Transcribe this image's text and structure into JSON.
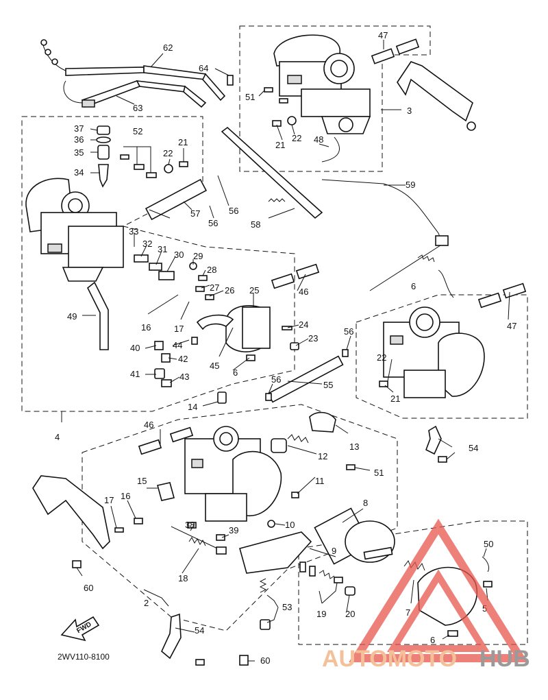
{
  "diagram": {
    "code": "2WV110-8100",
    "fwd_label": "FWD",
    "watermark": {
      "part1": "AUTOMOTO",
      "part2": "HUB",
      "color_light": "#f3c09a",
      "color_logo": "#e8564c",
      "color_dark": "#9a9a9a"
    },
    "labels": [
      "62",
      "63",
      "64",
      "47",
      "51",
      "3",
      "21",
      "22",
      "48",
      "37",
      "36",
      "35",
      "34",
      "52",
      "22",
      "21",
      "59",
      "57",
      "56",
      "56",
      "58",
      "33",
      "32",
      "31",
      "30",
      "29",
      "28",
      "27",
      "26",
      "25",
      "46",
      "47",
      "49",
      "16",
      "17",
      "6",
      "24",
      "23",
      "56",
      "40",
      "44",
      "42",
      "41",
      "43",
      "45",
      "6",
      "22",
      "21",
      "56",
      "55",
      "4",
      "14",
      "13",
      "12",
      "51",
      "46",
      "54",
      "15",
      "11",
      "8",
      "17",
      "16",
      "38",
      "39",
      "10",
      "18",
      "9",
      "7",
      "5",
      "50",
      "60",
      "2",
      "53",
      "19",
      "20",
      "6",
      "54",
      "60"
    ]
  }
}
